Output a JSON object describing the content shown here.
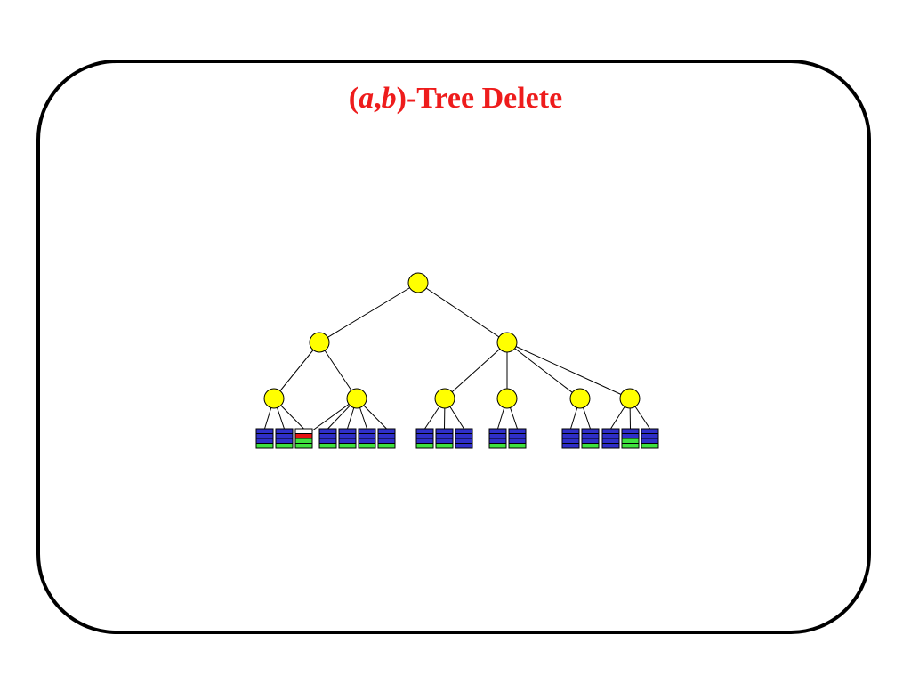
{
  "slide": {
    "title_parts": [
      "(",
      "a",
      ",",
      "b",
      ")-Tree Delete"
    ]
  },
  "colors": {
    "title": "#ee1c1c",
    "node_fill": "#ffff00",
    "key_blue": "#2f2fc8",
    "key_green": "#3ee23e",
    "key_red": "#e51414",
    "empty_slot": "#ffffff"
  },
  "tree": {
    "root": "root",
    "nodes": {
      "root": {
        "children": [
          "L",
          "R"
        ]
      },
      "L": {
        "children": [
          "L1",
          "L2"
        ]
      },
      "R": {
        "children": [
          "R1",
          "R2",
          "R3",
          "R4"
        ]
      },
      "L1": {
        "leaves": [
          [
            "b",
            "b",
            "b",
            "g"
          ],
          [
            "b",
            "b",
            "b",
            "g"
          ],
          [
            "e",
            "r",
            "g",
            "g"
          ]
        ]
      },
      "L2": {
        "leaves": [
          [
            "b",
            "b",
            "b",
            "g"
          ],
          [
            "b",
            "b",
            "b",
            "g"
          ],
          [
            "b",
            "b",
            "b",
            "g"
          ],
          [
            "b",
            "b",
            "b",
            "g"
          ]
        ],
        "dangling_edge": true
      },
      "R1": {
        "leaves": [
          [
            "b",
            "b",
            "b",
            "g"
          ],
          [
            "b",
            "b",
            "b",
            "g"
          ],
          [
            "b",
            "b",
            "b",
            "b"
          ]
        ]
      },
      "R2": {
        "leaves": [
          [
            "b",
            "b",
            "b",
            "g"
          ],
          [
            "b",
            "b",
            "b",
            "g"
          ]
        ]
      },
      "R3": {
        "leaves": [
          [
            "b",
            "b",
            "b",
            "b"
          ],
          [
            "b",
            "b",
            "b",
            "g"
          ]
        ]
      },
      "R4": {
        "leaves": [
          [
            "b",
            "b",
            "b",
            "b"
          ],
          [
            "b",
            "b",
            "g",
            "g"
          ],
          [
            "b",
            "b",
            "b",
            "g"
          ]
        ]
      }
    }
  }
}
